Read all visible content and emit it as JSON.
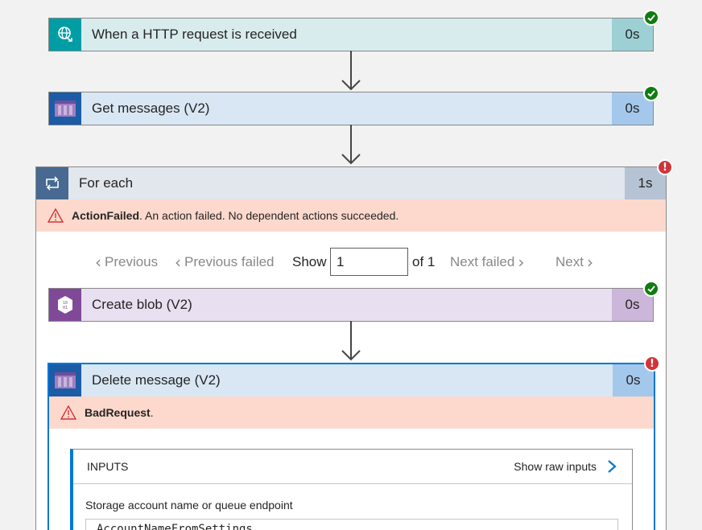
{
  "steps": {
    "http": {
      "title": "When a HTTP request is received",
      "duration": "0s",
      "status": "succeeded"
    },
    "get_messages": {
      "title": "Get messages (V2)",
      "duration": "0s",
      "status": "succeeded"
    },
    "for_each": {
      "title": "For each",
      "duration": "1s",
      "status": "failed",
      "error_code": "ActionFailed",
      "error_message": ". An action failed. No dependent actions succeeded."
    },
    "create_blob": {
      "title": "Create blob (V2)",
      "duration": "0s",
      "status": "succeeded"
    },
    "delete_message": {
      "title": "Delete message (V2)",
      "duration": "0s",
      "status": "failed",
      "error_code": "BadRequest",
      "error_message": "."
    }
  },
  "pager": {
    "previous": "Previous",
    "previous_failed": "Previous failed",
    "show": "Show",
    "current": "1",
    "of": "of 1",
    "next_failed": "Next failed",
    "next": "Next"
  },
  "inputs": {
    "header": "INPUTS",
    "show_raw": "Show raw inputs",
    "field_label": "Storage account name or queue endpoint",
    "field_value": "AccountNameFromSettings"
  },
  "colors": {
    "success": "#107c10",
    "error": "#d13438",
    "error_banner": "#fdd9cd",
    "accent": "#0078d4"
  }
}
